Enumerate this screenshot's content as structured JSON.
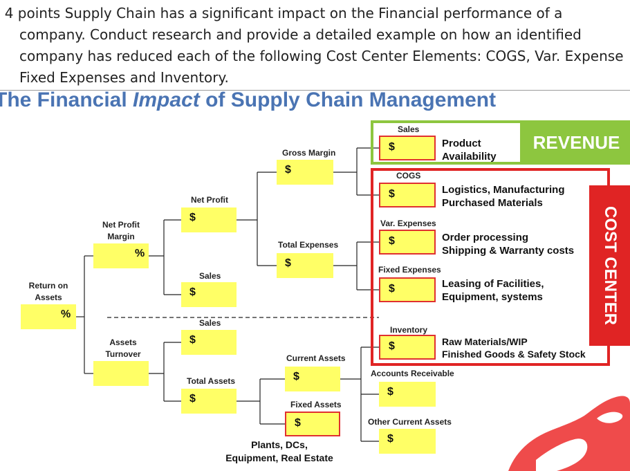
{
  "question": {
    "lines": [
      ". 4 points   Supply Chain has a significant impact on the Financial performance of a",
      "company.  Conduct research and provide a detailed example on how an identified",
      "company has reduced each of the following Cost Center Elements: COGS, Var. Expense",
      "Fixed Expenses and Inventory."
    ]
  },
  "diagram": {
    "title_part1": "The Financial ",
    "title_part2": "Impact",
    "title_part3": " of Supply Chain Management",
    "labels": {
      "return_on_assets": "Return on Assets",
      "net_profit_margin": "Net Profit Margin",
      "assets_turnover": "Assets Turnover",
      "net_profit": "Net Profit",
      "sales_mid": "Sales",
      "sales_lower": "Sales",
      "total_assets": "Total Assets",
      "gross_margin": "Gross Margin",
      "total_expenses": "Total Expenses",
      "current_assets": "Current Assets",
      "fixed_assets": "Fixed Assets",
      "sales_right": "Sales",
      "cogs": "COGS",
      "var_expenses": "Var. Expenses",
      "fixed_expenses": "Fixed Expenses",
      "inventory": "Inventory",
      "accounts_receivable": "Accounts Receivable",
      "other_current_assets": "Other Current Assets"
    },
    "symbols": {
      "dollar": "$",
      "percent": "%"
    },
    "descriptions": {
      "product_l1": "Product",
      "product_l2": "Availability",
      "cogs_l1": "Logistics, Manufacturing",
      "cogs_l2": "Purchased Materials",
      "var_l1": "Order processing",
      "var_l2": "Shipping & Warranty costs",
      "fixed_l1": "Leasing of Facilities,",
      "fixed_l2": "Equipment, systems",
      "inv_l1": "Raw Materials/WIP",
      "inv_l2": "Finished Goods & Safety Stock",
      "fa_l1": "Plants, DCs,",
      "fa_l2": "Equipment, Real Estate"
    },
    "revenue_label": "REVENUE",
    "cost_center_label": "COST CENTER",
    "colors": {
      "title": "#4a74b3",
      "box": "#ffff66",
      "revenue": "#8dc63f",
      "cost_center": "#e02424"
    }
  }
}
